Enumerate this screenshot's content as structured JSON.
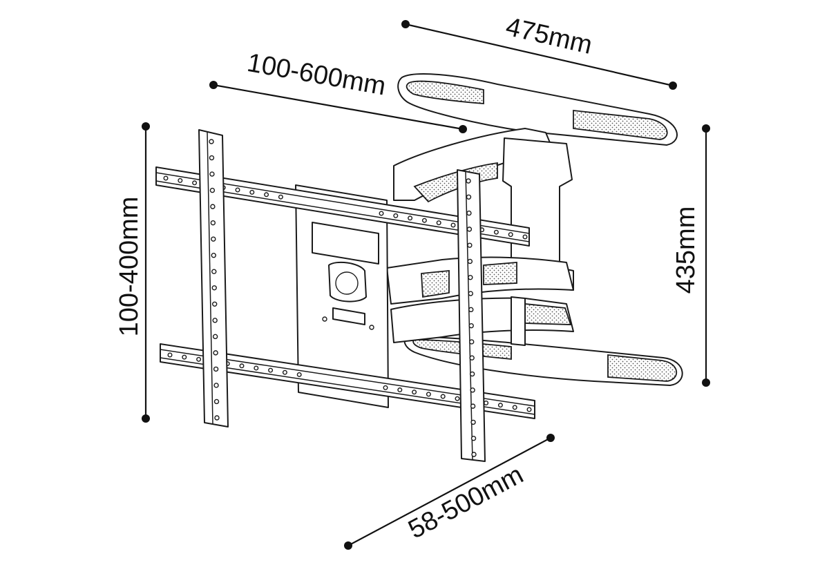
{
  "dimensions": {
    "top_width": "475mm",
    "vesa_horizontal": "100-600mm",
    "vesa_vertical": "100-400mm",
    "height": "435mm",
    "extension": "58-500mm"
  },
  "colors": {
    "ink": "#111111",
    "background": "#ffffff"
  }
}
